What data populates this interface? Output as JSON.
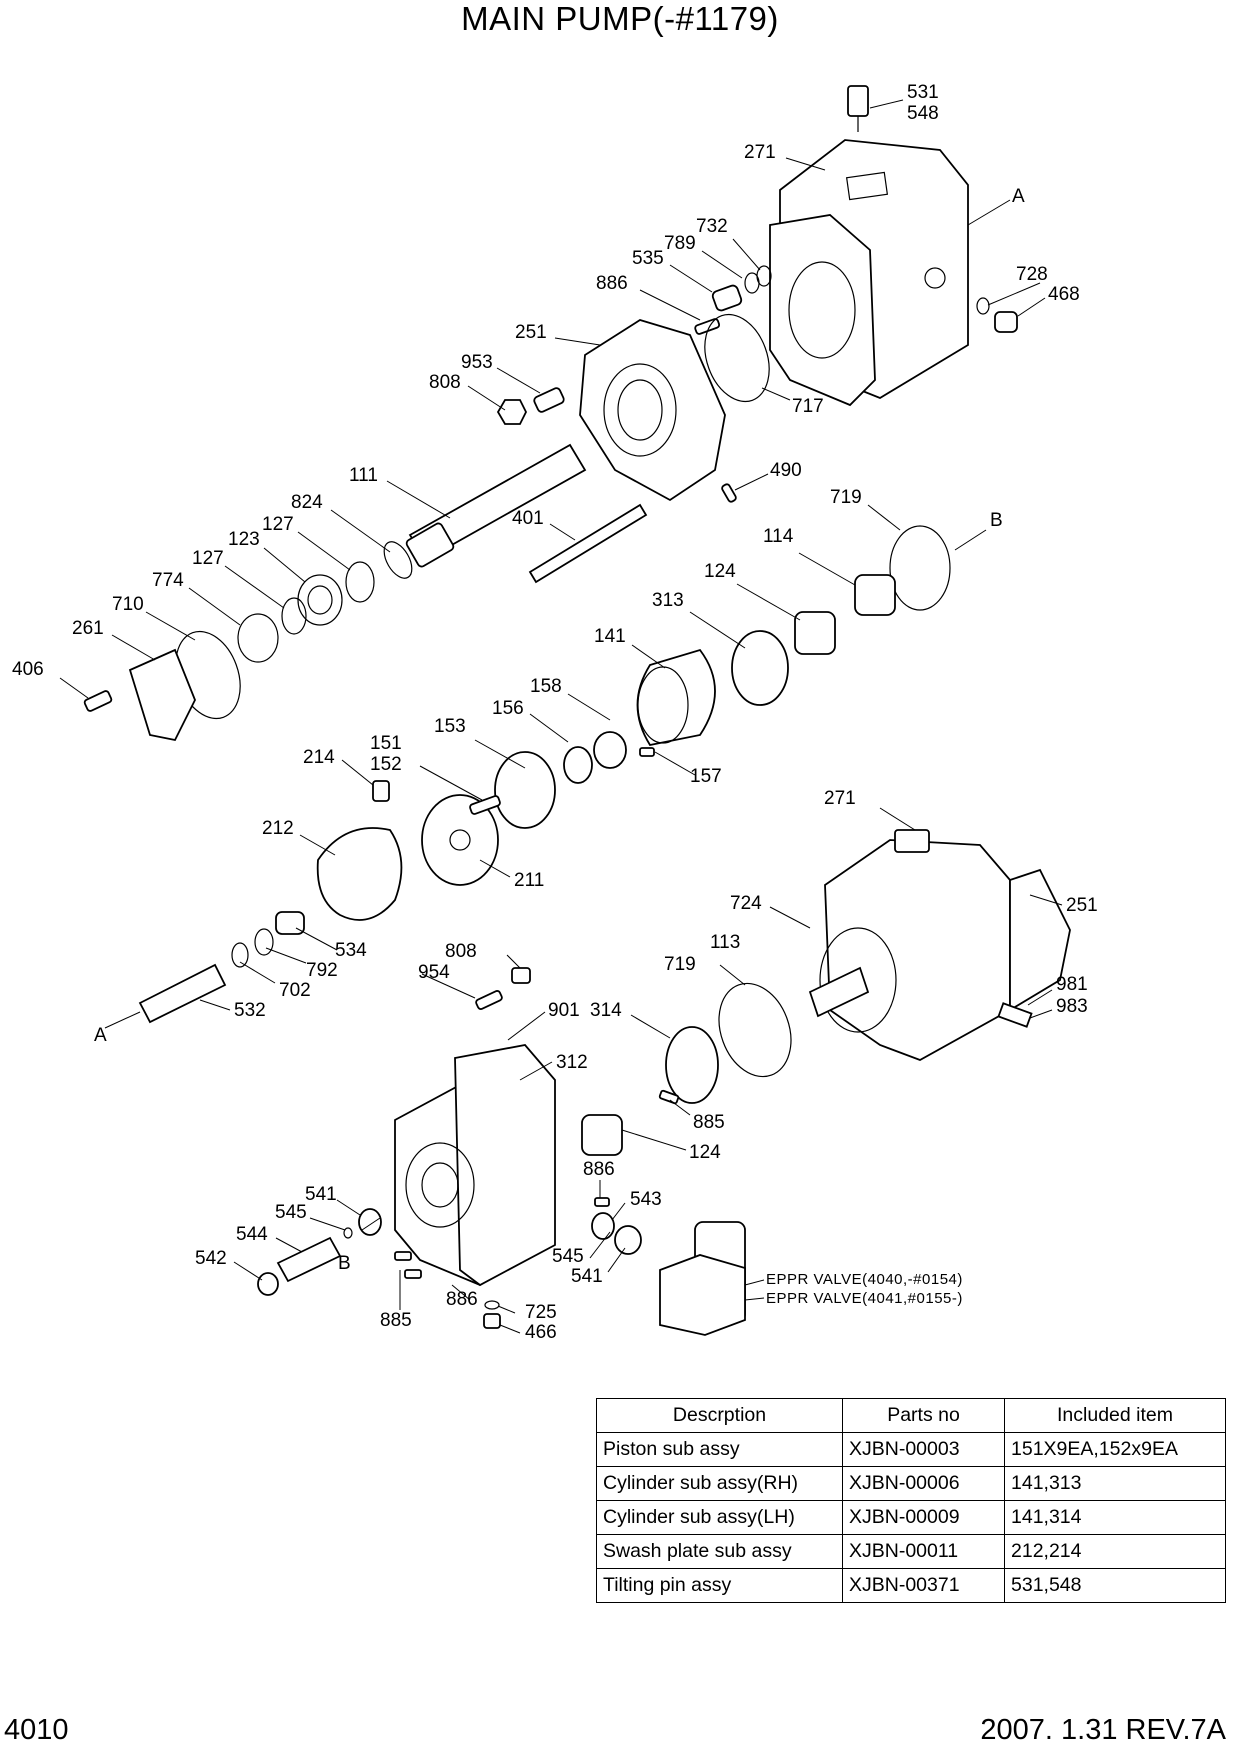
{
  "title": "MAIN PUMP(-#1179)",
  "callouts": [
    {
      "id": "c531",
      "text": "531"
    },
    {
      "id": "c548",
      "text": "548"
    },
    {
      "id": "c271a",
      "text": "271"
    },
    {
      "id": "cA1",
      "text": "A"
    },
    {
      "id": "c732",
      "text": "732"
    },
    {
      "id": "c789",
      "text": "789"
    },
    {
      "id": "c535",
      "text": "535"
    },
    {
      "id": "c886a",
      "text": "886"
    },
    {
      "id": "c728",
      "text": "728"
    },
    {
      "id": "c468",
      "text": "468"
    },
    {
      "id": "c251a",
      "text": "251"
    },
    {
      "id": "c953",
      "text": "953"
    },
    {
      "id": "c808a",
      "text": "808"
    },
    {
      "id": "c717",
      "text": "717"
    },
    {
      "id": "c111",
      "text": "111"
    },
    {
      "id": "c490",
      "text": "490"
    },
    {
      "id": "c824",
      "text": "824"
    },
    {
      "id": "c401",
      "text": "401"
    },
    {
      "id": "c719a",
      "text": "719"
    },
    {
      "id": "cB1",
      "text": "B"
    },
    {
      "id": "c127a",
      "text": "127"
    },
    {
      "id": "c114",
      "text": "114"
    },
    {
      "id": "c123",
      "text": "123"
    },
    {
      "id": "c127b",
      "text": "127"
    },
    {
      "id": "c124a",
      "text": "124"
    },
    {
      "id": "c774",
      "text": "774"
    },
    {
      "id": "c313",
      "text": "313"
    },
    {
      "id": "c710",
      "text": "710"
    },
    {
      "id": "c261",
      "text": "261"
    },
    {
      "id": "c141",
      "text": "141"
    },
    {
      "id": "c406",
      "text": "406"
    },
    {
      "id": "c158",
      "text": "158"
    },
    {
      "id": "c156",
      "text": "156"
    },
    {
      "id": "c153",
      "text": "153"
    },
    {
      "id": "c151",
      "text": "151"
    },
    {
      "id": "c152",
      "text": "152"
    },
    {
      "id": "c214",
      "text": "214"
    },
    {
      "id": "c157",
      "text": "157"
    },
    {
      "id": "c271b",
      "text": "271"
    },
    {
      "id": "c212",
      "text": "212"
    },
    {
      "id": "c211",
      "text": "211"
    },
    {
      "id": "c724",
      "text": "724"
    },
    {
      "id": "c251b",
      "text": "251"
    },
    {
      "id": "c113",
      "text": "113"
    },
    {
      "id": "c808b",
      "text": "808"
    },
    {
      "id": "c534",
      "text": "534"
    },
    {
      "id": "c792",
      "text": "792"
    },
    {
      "id": "c954",
      "text": "954"
    },
    {
      "id": "c719b",
      "text": "719"
    },
    {
      "id": "c702",
      "text": "702"
    },
    {
      "id": "c981",
      "text": "981"
    },
    {
      "id": "c901",
      "text": "901"
    },
    {
      "id": "c314",
      "text": "314"
    },
    {
      "id": "c983",
      "text": "983"
    },
    {
      "id": "c532",
      "text": "532"
    },
    {
      "id": "cA2",
      "text": "A"
    },
    {
      "id": "c312",
      "text": "312"
    },
    {
      "id": "c885a",
      "text": "885"
    },
    {
      "id": "c124b",
      "text": "124"
    },
    {
      "id": "c886b",
      "text": "886"
    },
    {
      "id": "c541a",
      "text": "541"
    },
    {
      "id": "c543",
      "text": "543"
    },
    {
      "id": "c545a",
      "text": "545"
    },
    {
      "id": "c544",
      "text": "544"
    },
    {
      "id": "c545b",
      "text": "545"
    },
    {
      "id": "c542",
      "text": "542"
    },
    {
      "id": "cB2",
      "text": "B"
    },
    {
      "id": "c541b",
      "text": "541"
    },
    {
      "id": "c886c",
      "text": "886"
    },
    {
      "id": "c725",
      "text": "725"
    },
    {
      "id": "c885b",
      "text": "885"
    },
    {
      "id": "c466",
      "text": "466"
    }
  ],
  "valve_notes": [
    "EPPR VALVE(4040,-#0154)",
    "EPPR VALVE(4041,#0155-)"
  ],
  "table": {
    "headers": [
      "Descrption",
      "Parts no",
      "Included item"
    ],
    "rows": [
      [
        "Piston sub assy",
        "XJBN-00003",
        "151X9EA,152x9EA"
      ],
      [
        "Cylinder sub assy(RH)",
        "XJBN-00006",
        "141,313"
      ],
      [
        "Cylinder sub assy(LH)",
        "XJBN-00009",
        "141,314"
      ],
      [
        "Swash plate sub assy",
        "XJBN-00011",
        "212,214"
      ],
      [
        "Tilting pin assy",
        "XJBN-00371",
        "531,548"
      ]
    ]
  },
  "page_number": "4010",
  "revision": "2007. 1.31  REV.7A"
}
